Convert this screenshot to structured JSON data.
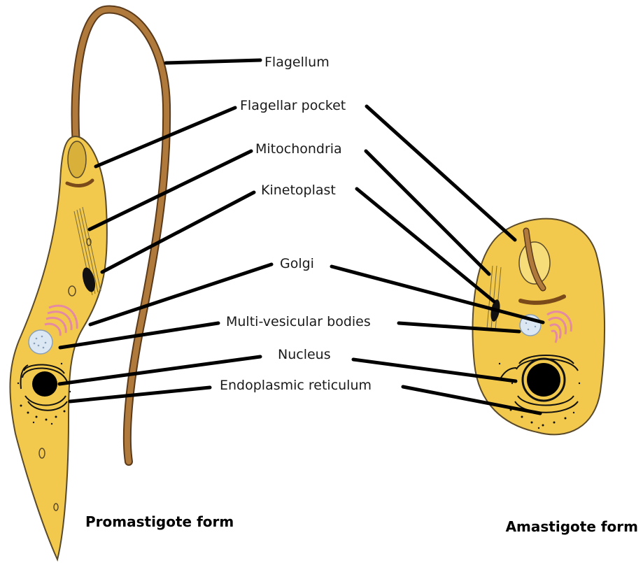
{
  "labels": {
    "flagellum": "Flagellum",
    "flagellar_pocket": "Flagellar pocket",
    "mitochondria": "Mitochondria",
    "kinetoplast": "Kinetoplast",
    "golgi": "Golgi",
    "multi_vesicular_bodies": "Multi-vesicular bodies",
    "nucleus": "Nucleus",
    "endoplasmic_reticulum": "Endoplasmic reticulum"
  },
  "forms": {
    "promastigote": "Promastigote form",
    "amastigote": "Amastigote form"
  },
  "colors": {
    "cell_body": "#f2c94c",
    "cell_outline": "#5a4a2a",
    "flagellum": "#b07a3c",
    "golgi": "#f0a8b8",
    "vesicle": "#dbe7f3",
    "nucleus": "#000000"
  }
}
